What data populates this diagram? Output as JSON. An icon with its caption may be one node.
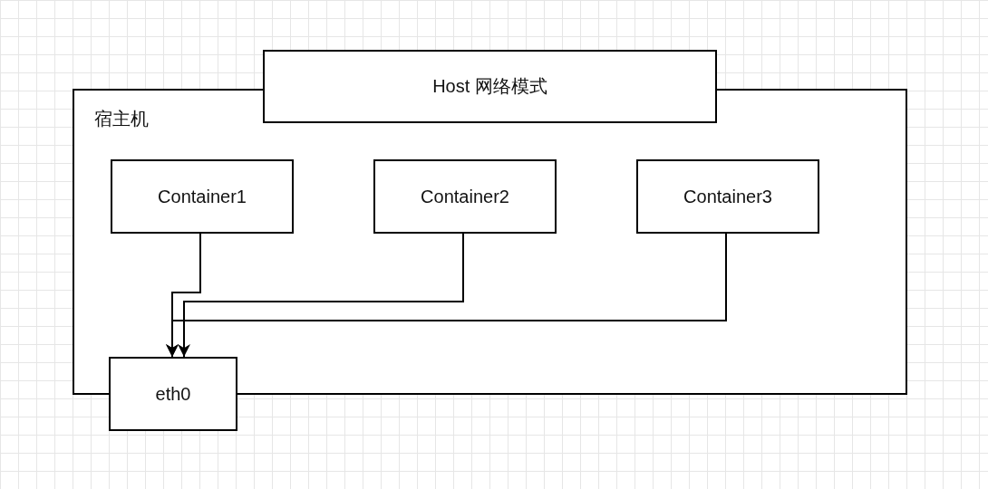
{
  "diagram": {
    "nodes": [
      {
        "text": [
          "宿主机"
        ]
      },
      {
        "text": [
          "Host 网络模式"
        ]
      },
      {
        "text": [
          "Container1"
        ],
        "in": 0
      },
      {
        "text": [
          "Container2"
        ],
        "in": 0
      },
      {
        "text": [
          "Container3"
        ],
        "in": 0
      },
      {
        "text": [
          "eth0"
        ]
      }
    ],
    "edges": [
      {
        "from": 2,
        "to": 5,
        "arrow": "to"
      },
      {
        "from": 3,
        "to": 5,
        "arrow": "to"
      },
      {
        "from": 4,
        "to": 5,
        "arrow": "to"
      }
    ]
  }
}
